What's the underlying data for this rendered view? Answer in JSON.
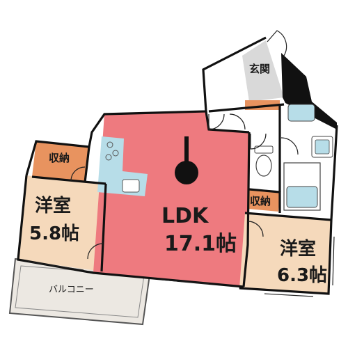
{
  "colors": {
    "ldk": "#ee7a7f",
    "western": "#f5d9bb",
    "storage": "#e8935f",
    "entrance": "#d9d9d9",
    "balcony": "#ece8e2",
    "wet": "#ffffff",
    "fixture_blue": "#b7dde8",
    "wall": "#111111"
  },
  "rooms": {
    "ldk": {
      "name": "LDK",
      "size": "17.1帖"
    },
    "western_left": {
      "name": "洋室",
      "size": "5.8帖"
    },
    "western_right": {
      "name": "洋室",
      "size": "6.3帖"
    },
    "storage_left": {
      "name": "収納"
    },
    "storage_right": {
      "name": "収納"
    },
    "entrance": {
      "name": "玄関"
    },
    "balcony": {
      "name": "バルコニー"
    }
  }
}
